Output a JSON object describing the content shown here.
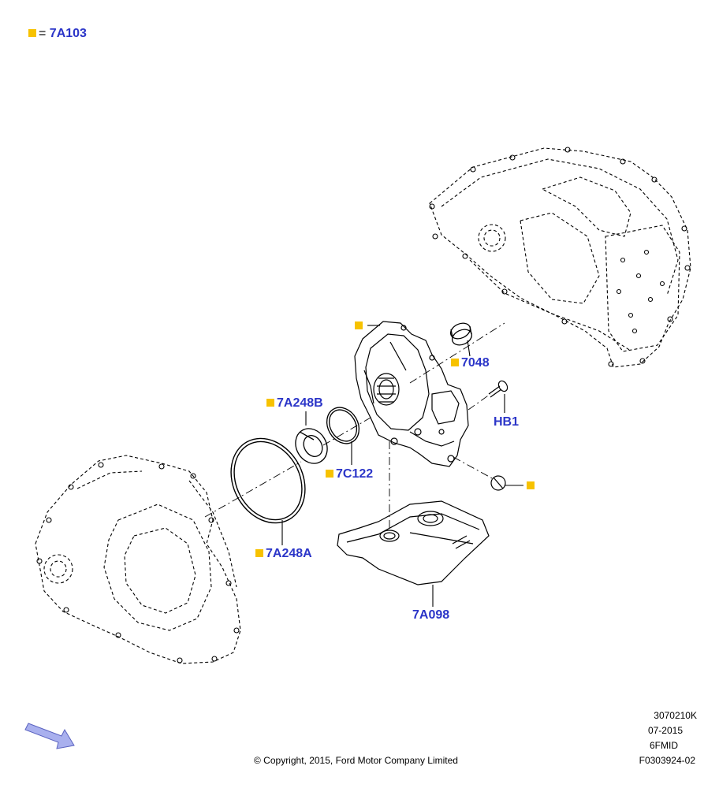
{
  "colors": {
    "label": "#2b35c8",
    "marker": "#f7c200",
    "line": "#000000",
    "arrow": "#a9b0ee"
  },
  "legend": {
    "equals": "=",
    "part": "7A103"
  },
  "callouts": {
    "c7048": "7048",
    "cHB1": "HB1",
    "c7A248B": "7A248B",
    "c7C122": "7C122",
    "c7A248A": "7A248A",
    "c7A098": "7A098"
  },
  "footer": {
    "copyright": "© Copyright, 2015, Ford Motor Company Limited",
    "code": "3070210K",
    "date": "07-2015",
    "model": "6FMID",
    "figure": "F0303924-02"
  },
  "icons": {
    "direction": "view-direction-arrow-icon",
    "marker": "yellow-square-marker-icon"
  }
}
